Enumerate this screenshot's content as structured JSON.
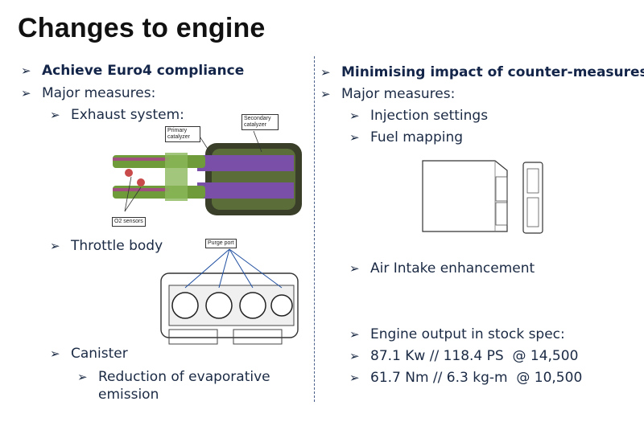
{
  "title": "Changes to engine",
  "bullet_icon": "arrow-bullet-icon",
  "left": {
    "heading": "Achieve Euro4 compliance",
    "major_measures": "Major measures:",
    "exhaust_system": "Exhaust system:",
    "exhaust_figure": {
      "primary_catalyzer": "Primary catalyzer",
      "secondary_catalyzer": "Secondary catalyzer",
      "o2_sensors": "O2 sensors"
    },
    "throttle_body": "Throttle body",
    "throttle_figure": {
      "purge_port": "Purge port"
    },
    "canister": "Canister",
    "reduction_line1": "Reduction of evaporative",
    "reduction_line2": "emission"
  },
  "right": {
    "heading": "Minimising impact of counter-measures",
    "major_measures": "Major measures:",
    "injection_settings": "Injection settings",
    "fuel_mapping": "Fuel mapping",
    "air_intake": "Air Intake enhancement",
    "engine_output": "Engine output in stock spec:",
    "power": "87.1 Kw // 118.4 PS  @ 14,500",
    "torque": "61.7 Nm // 6.3 kg-m  @ 10,500"
  },
  "colors": {
    "text": "#1b2a44",
    "divider": "#4a5f8a",
    "exhaust_green": "#6f9b3a",
    "exhaust_purple": "#7a4fa8"
  }
}
